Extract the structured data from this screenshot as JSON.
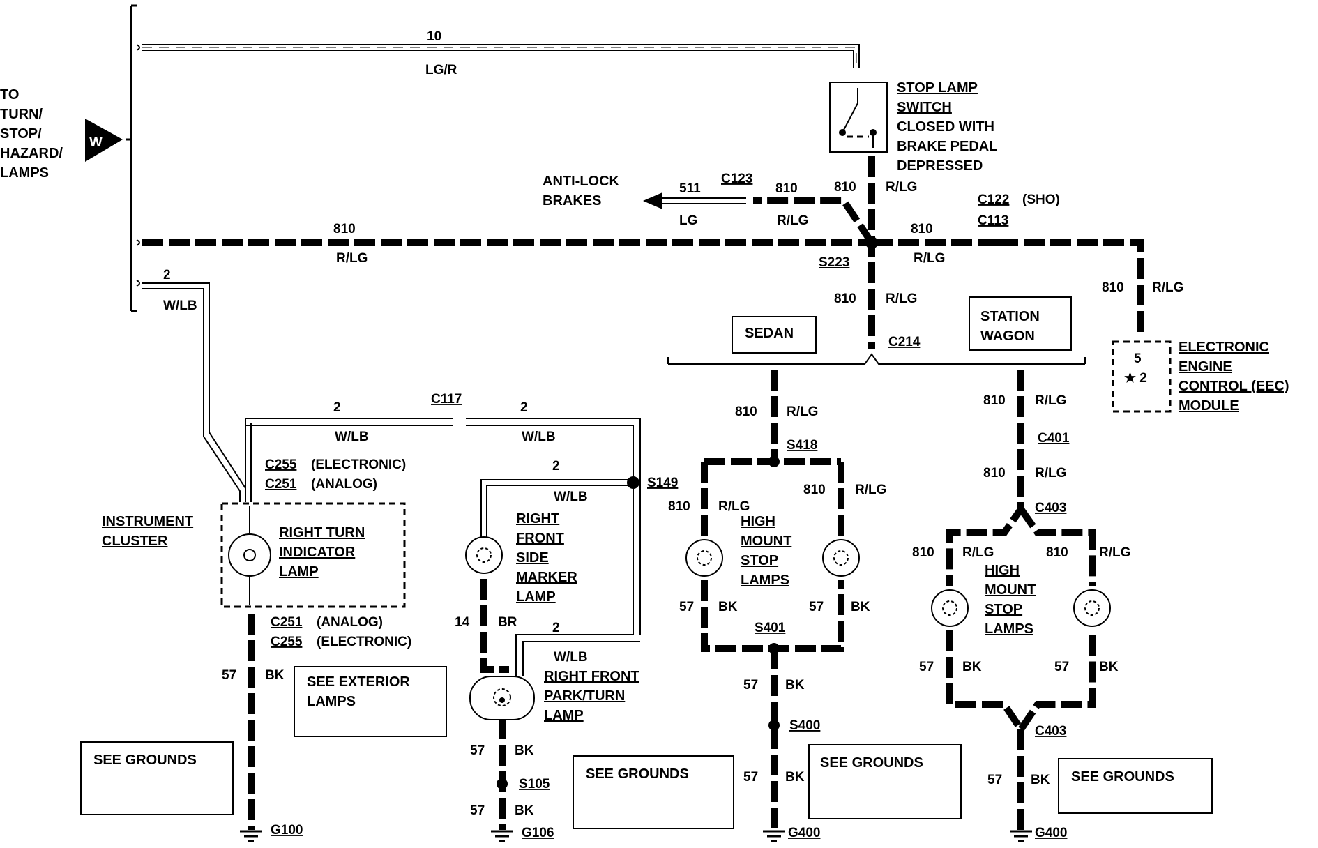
{
  "left_bus": {
    "lines": [
      "TO",
      "TURN/",
      "STOP/",
      "HAZARD/",
      "LAMPS"
    ],
    "connector": "W"
  },
  "wires": {
    "top": {
      "circuit": "10",
      "color": "LG/R"
    },
    "main": {
      "circuit": "810",
      "color": "R/LG"
    },
    "turn": {
      "circuit": "2",
      "color": "W/LB"
    },
    "abs": {
      "circuit": "511",
      "color": "LG"
    },
    "abs_r": {
      "circuit": "810",
      "color": "R/LG"
    },
    "sw_out": {
      "circuit": "810",
      "color": "R/LG"
    },
    "right_run": {
      "circuit": "810",
      "color": "R/LG"
    },
    "eec_drop": {
      "circuit": "810",
      "color": "R/LG"
    },
    "down_s223": {
      "circuit": "810",
      "color": "R/LG"
    },
    "c117_left": {
      "circuit": "2",
      "color": "W/LB"
    },
    "c117_right": {
      "circuit": "2",
      "color": "W/LB"
    },
    "marker_feed": {
      "circuit": "2",
      "color": "W/LB"
    },
    "park_feed": {
      "circuit": "2",
      "color": "W/LB"
    },
    "marker_gnd": {
      "circuit": "14",
      "color": "BR"
    },
    "cluster_gnd": {
      "circuit": "57",
      "color": "BK"
    },
    "park_gnd": {
      "circuit": "57",
      "color": "BK"
    },
    "s105_gnd": {
      "circuit": "57",
      "color": "BK"
    },
    "sedan_up": {
      "circuit": "810",
      "color": "R/LG"
    },
    "sedan_l": {
      "circuit": "810",
      "color": "R/LG"
    },
    "sedan_r": {
      "circuit": "810",
      "color": "R/LG"
    },
    "sedan_gl": {
      "circuit": "57",
      "color": "BK"
    },
    "sedan_gr": {
      "circuit": "57",
      "color": "BK"
    },
    "sedan_s400a": {
      "circuit": "57",
      "color": "BK"
    },
    "sedan_s400b": {
      "circuit": "57",
      "color": "BK"
    },
    "wagon_up": {
      "circuit": "810",
      "color": "R/LG"
    },
    "wagon_mid": {
      "circuit": "810",
      "color": "R/LG"
    },
    "wagon_l": {
      "circuit": "810",
      "color": "R/LG"
    },
    "wagon_r": {
      "circuit": "810",
      "color": "R/LG"
    },
    "wagon_gl": {
      "circuit": "57",
      "color": "BK"
    },
    "wagon_gr": {
      "circuit": "57",
      "color": "BK"
    },
    "wagon_gnd": {
      "circuit": "57",
      "color": "BK"
    }
  },
  "components": {
    "stop_switch": [
      "STOP LAMP",
      "SWITCH",
      "CLOSED WITH",
      "BRAKE PEDAL",
      "DEPRESSED"
    ],
    "anti_lock": [
      "ANTI-LOCK",
      "BRAKES"
    ],
    "eec": [
      "ELECTRONIC",
      "ENGINE",
      "CONTROL (EEC)",
      "MODULE"
    ],
    "eec_pins": [
      "5",
      "★ 2"
    ],
    "cluster": [
      "INSTRUMENT",
      "CLUSTER"
    ],
    "turn_lamp": [
      "RIGHT TURN",
      "INDICATOR",
      "LAMP"
    ],
    "marker": [
      "RIGHT",
      "FRONT",
      "SIDE",
      "MARKER",
      "LAMP"
    ],
    "park": [
      "RIGHT FRONT",
      "PARK/TURN",
      "LAMP"
    ],
    "hms_sedan": [
      "HIGH",
      "MOUNT",
      "STOP",
      "LAMPS"
    ],
    "hms_wagon": [
      "HIGH",
      "MOUNT",
      "STOP",
      "LAMPS"
    ],
    "sedan": "SEDAN",
    "wagon": [
      "STATION",
      "WAGON"
    ],
    "see_ext": [
      "SEE EXTERIOR",
      "LAMPS"
    ],
    "see_gnd": "SEE GROUNDS"
  },
  "connectors": {
    "c123": "C123",
    "c122": "C122",
    "c122_note": "(SHO)",
    "c113": "C113",
    "s223": "S223",
    "c214": "C214",
    "c117": "C117",
    "c255a": "C255",
    "c255a_n": "(ELECTRONIC)",
    "c251a": "C251",
    "c251a_n": "(ANALOG)",
    "c251b": "C251",
    "c251b_n": "(ANALOG)",
    "c255b": "C255",
    "c255b_n": "(ELECTRONIC)",
    "s149": "S149",
    "s105": "S105",
    "s418": "S418",
    "s401": "S401",
    "s400": "S400",
    "c401": "C401",
    "c403a": "C403",
    "c403b": "C403",
    "g100": "G100",
    "g106": "G106",
    "g400a": "G400",
    "g400b": "G400"
  }
}
